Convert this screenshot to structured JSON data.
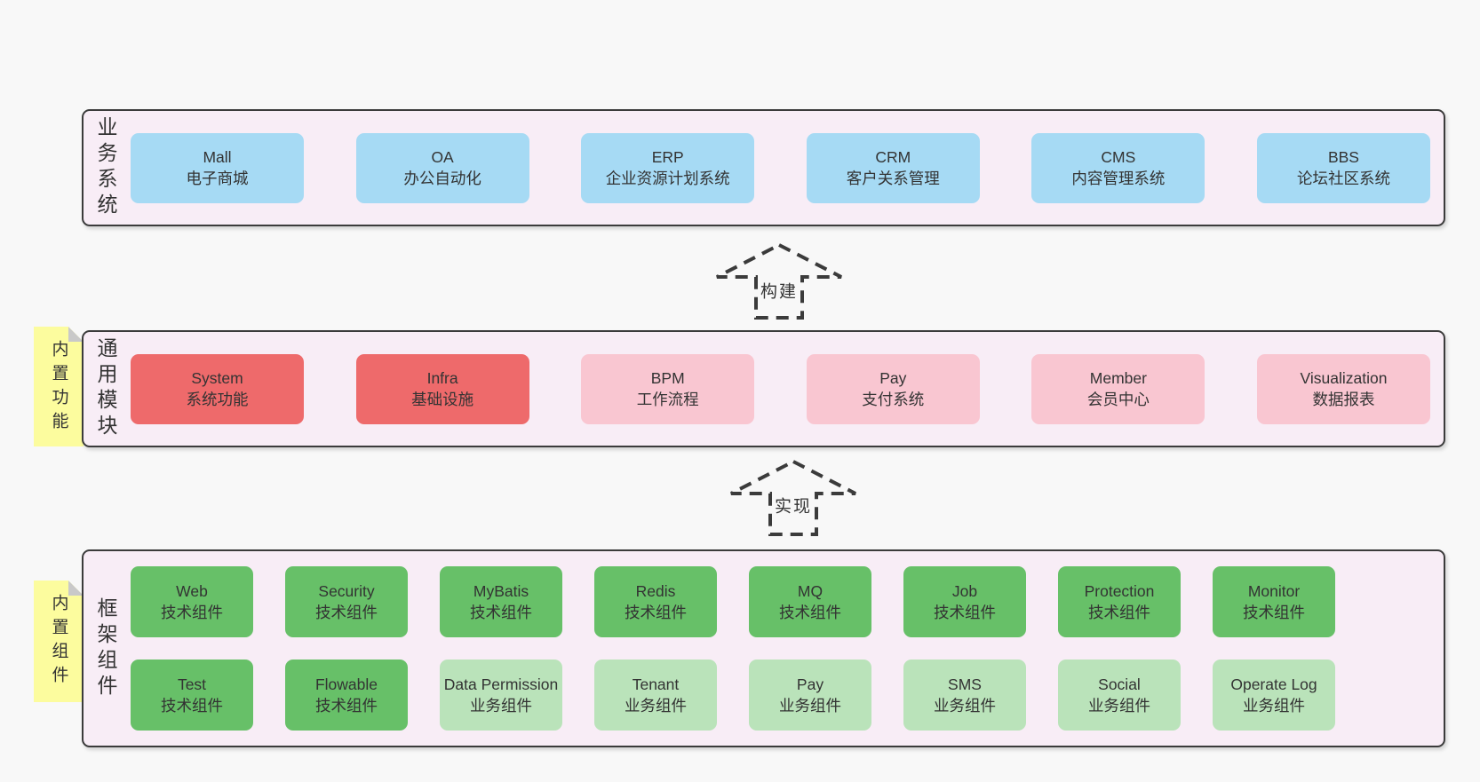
{
  "page": {
    "background": "#f8f8f8"
  },
  "colors": {
    "container_bg": "#f8edf6",
    "border": "#3b3b3b",
    "text": "#333333",
    "blue": "#a6daf4",
    "red": "#ee6a6b",
    "pink": "#f9c6d1",
    "green": "#67c068",
    "light_green": "#bae3ba",
    "note_yellow": "#fcfc9e",
    "note_fold": "#c9c9c9"
  },
  "layers": {
    "business": {
      "label": "业务系统",
      "boxes": [
        {
          "en": "Mall",
          "zh": "电子商城",
          "color": "blue"
        },
        {
          "en": "OA",
          "zh": "办公自动化",
          "color": "blue"
        },
        {
          "en": "ERP",
          "zh": "企业资源计划系统",
          "color": "blue"
        },
        {
          "en": "CRM",
          "zh": "客户关系管理",
          "color": "blue"
        },
        {
          "en": "CMS",
          "zh": "内容管理系统",
          "color": "blue"
        },
        {
          "en": "BBS",
          "zh": "论坛社区系统",
          "color": "blue"
        }
      ]
    },
    "common": {
      "label": "通用模块",
      "note": "内置功能",
      "boxes": [
        {
          "en": "System",
          "zh": "系统功能",
          "color": "red"
        },
        {
          "en": "Infra",
          "zh": "基础设施",
          "color": "red"
        },
        {
          "en": "BPM",
          "zh": "工作流程",
          "color": "pink"
        },
        {
          "en": "Pay",
          "zh": "支付系统",
          "color": "pink"
        },
        {
          "en": "Member",
          "zh": "会员中心",
          "color": "pink"
        },
        {
          "en": "Visualization",
          "zh": "数据报表",
          "color": "pink"
        }
      ]
    },
    "framework": {
      "label": "框架组件",
      "note": "内置组件",
      "rows": [
        [
          {
            "en": "Web",
            "zh": "技术组件",
            "color": "green"
          },
          {
            "en": "Security",
            "zh": "技术组件",
            "color": "green"
          },
          {
            "en": "MyBatis",
            "zh": "技术组件",
            "color": "green"
          },
          {
            "en": "Redis",
            "zh": "技术组件",
            "color": "green"
          },
          {
            "en": "MQ",
            "zh": "技术组件",
            "color": "green"
          },
          {
            "en": "Job",
            "zh": "技术组件",
            "color": "green"
          },
          {
            "en": "Protection",
            "zh": "技术组件",
            "color": "green"
          },
          {
            "en": "Monitor",
            "zh": "技术组件",
            "color": "green"
          }
        ],
        [
          {
            "en": "Test",
            "zh": "技术组件",
            "color": "green"
          },
          {
            "en": "Flowable",
            "zh": "技术组件",
            "color": "green"
          },
          {
            "en": "Data Permission",
            "zh": "业务组件",
            "color": "light_green"
          },
          {
            "en": "Tenant",
            "zh": "业务组件",
            "color": "light_green"
          },
          {
            "en": "Pay",
            "zh": "业务组件",
            "color": "light_green"
          },
          {
            "en": "SMS",
            "zh": "业务组件",
            "color": "light_green"
          },
          {
            "en": "Social",
            "zh": "业务组件",
            "color": "light_green"
          },
          {
            "en": "Operate Log",
            "zh": "业务组件",
            "color": "light_green"
          }
        ]
      ]
    }
  },
  "arrows": [
    {
      "label": "构建"
    },
    {
      "label": "实现"
    }
  ]
}
